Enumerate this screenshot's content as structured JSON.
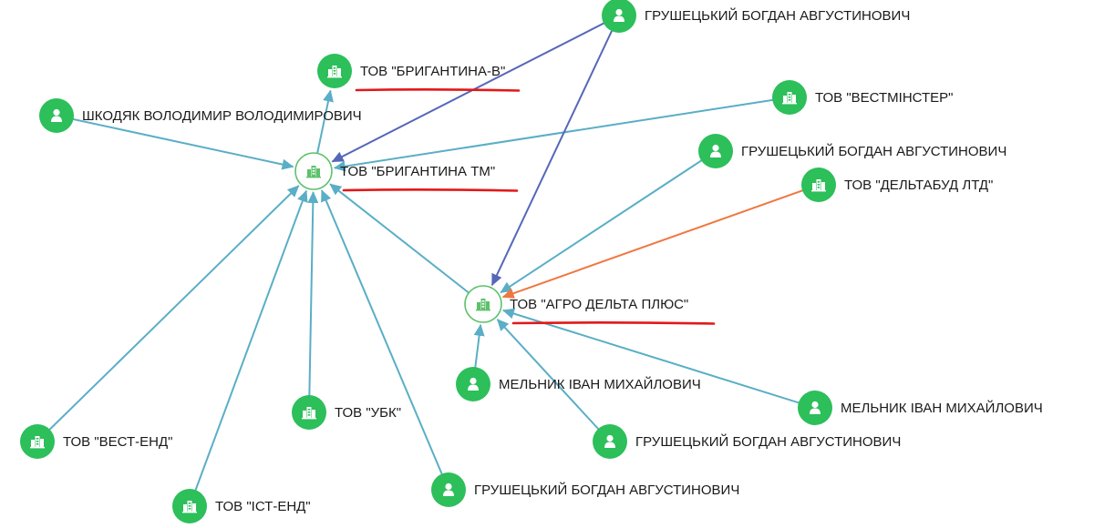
{
  "colors": {
    "node_fill": "#2cbf5a",
    "hub_fill": "#ffffff",
    "hub_stroke": "#5dc16a",
    "edge_teal": "#5aaec6",
    "edge_blue": "#5567b8",
    "edge_orange": "#f07740",
    "underline": "#e31818",
    "label": "#1a1a1a"
  },
  "nodes": [
    {
      "id": "hub_brig_tm",
      "type": "company",
      "hub": true,
      "label": "ТОВ \"БРИГАНТИНА ТМ\""
    },
    {
      "id": "hub_agro",
      "type": "company",
      "hub": true,
      "label": "ТОВ \"АГРО ДЕЛЬТА ПЛЮС\""
    },
    {
      "id": "brig_v",
      "type": "company",
      "label": "ТОВ \"БРИГАНТИНА-В\""
    },
    {
      "id": "grush_top",
      "type": "person",
      "label": "ГРУШЕЦЬКИЙ БОГДАН АВГУСТИНОВИЧ"
    },
    {
      "id": "shkod",
      "type": "person",
      "label": "ШКОДЯК ВОЛОДИМИР ВОЛОДИМИРОВИЧ"
    },
    {
      "id": "westm",
      "type": "company",
      "label": "ТОВ \"ВЕСТМІНСТЕР\""
    },
    {
      "id": "grush_r",
      "type": "person",
      "label": "ГРУШЕЦЬКИЙ БОГДАН АВГУСТИНОВИЧ"
    },
    {
      "id": "delta",
      "type": "company",
      "label": "ТОВ \"ДЕЛЬТАБУД ЛТД\""
    },
    {
      "id": "vest",
      "type": "company",
      "label": "ТОВ \"ВЕСТ-ЕНД\""
    },
    {
      "id": "ubk",
      "type": "company",
      "label": "ТОВ \"УБК\""
    },
    {
      "id": "ist",
      "type": "company",
      "label": "ТОВ \"ІСТ-ЕНД\""
    },
    {
      "id": "grush_b",
      "type": "person",
      "label": "ГРУШЕЦЬКИЙ БОГДАН АВГУСТИНОВИЧ"
    },
    {
      "id": "meln_1",
      "type": "person",
      "label": "МЕЛЬНИК ІВАН МИХАЙЛОВИЧ"
    },
    {
      "id": "grush_br",
      "type": "person",
      "label": "ГРУШЕЦЬКИЙ БОГДАН АВГУСТИНОВИЧ"
    },
    {
      "id": "meln_2",
      "type": "person",
      "label": "МЕЛЬНИК ІВАН МИХАЙЛОВИЧ"
    }
  ],
  "edges": [
    {
      "from": "shkod",
      "to": "hub_brig_tm",
      "color": "teal"
    },
    {
      "from": "westm",
      "to": "hub_brig_tm",
      "color": "teal"
    },
    {
      "from": "grush_top",
      "to": "hub_brig_tm",
      "color": "blue"
    },
    {
      "from": "grush_top",
      "to": "hub_agro",
      "color": "blue"
    },
    {
      "from": "hub_brig_tm",
      "to": "brig_v",
      "color": "teal"
    },
    {
      "from": "vest",
      "to": "hub_brig_tm",
      "color": "teal"
    },
    {
      "from": "ist",
      "to": "hub_brig_tm",
      "color": "teal"
    },
    {
      "from": "ubk",
      "to": "hub_brig_tm",
      "color": "teal"
    },
    {
      "from": "grush_b",
      "to": "hub_brig_tm",
      "color": "teal"
    },
    {
      "from": "hub_agro",
      "to": "hub_brig_tm",
      "color": "teal"
    },
    {
      "from": "grush_r",
      "to": "hub_agro",
      "color": "teal"
    },
    {
      "from": "delta",
      "to": "hub_agro",
      "color": "orange"
    },
    {
      "from": "meln_1",
      "to": "hub_agro",
      "color": "teal"
    },
    {
      "from": "grush_br",
      "to": "hub_agro",
      "color": "teal"
    },
    {
      "from": "meln_2",
      "to": "hub_agro",
      "color": "teal"
    }
  ],
  "underlined_nodes": [
    "brig_v",
    "hub_brig_tm",
    "hub_agro"
  ]
}
